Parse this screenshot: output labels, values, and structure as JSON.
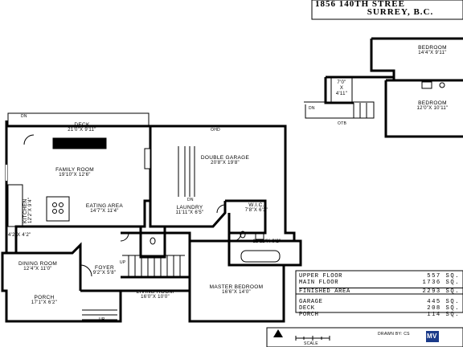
{
  "title": {
    "line1": "1856 140TH STREE",
    "line2": "SURREY, B.C."
  },
  "rooms": {
    "deck": {
      "name": "DECK",
      "dims": "21'0\"X 9'11\""
    },
    "family_room": {
      "name": "FAMILY ROOM",
      "dims": "19'10\"X 12'6\""
    },
    "eating_area": {
      "name": "EATING AREA",
      "dims": "14'7\"X 11'4\""
    },
    "kitchen": {
      "name": "KITCHEN",
      "dims": "12'2\"X 9'4\""
    },
    "double_garage": {
      "name": "DOUBLE GARAGE",
      "dims": "20'8\"X 19'8\""
    },
    "laundry": {
      "name": "LAUNDRY",
      "dims": "11'11\"X 6'5\""
    },
    "wic": {
      "name": "W.I.C.",
      "dims": "7'8\"X 6'3\""
    },
    "ensuite": {
      "dims": "11'11\"X 9'2\""
    },
    "small_room": {
      "dims": "4'2\"X 4'2\""
    },
    "dining_room": {
      "name": "DINING ROOM",
      "dims": "12'4\"X 11'0\""
    },
    "foyer": {
      "name": "FOYER",
      "dims": "9'2\"X 5'8\""
    },
    "living_room": {
      "name": "LIVING ROOM",
      "dims": "16'0\"X 10'0\""
    },
    "master_bedroom": {
      "name": "MASTER BEDROOM",
      "dims": "16'6\"X 14'0\""
    },
    "porch": {
      "name": "PORCH",
      "dims": "17'1\"X 6'2\""
    },
    "bedroom1": {
      "name": "BEDROOM",
      "dims": "14'4\"X 9'11\""
    },
    "bedroom2": {
      "name": "BEDROOM",
      "dims": "12'0\"X 10'11\""
    },
    "upper_closet": {
      "dims": "7'0\"",
      "x": "X",
      "dims2": "4'11\""
    }
  },
  "marks": {
    "dn": "DN",
    "up": "UP",
    "ohd": "OHD",
    "otb": "OTB"
  },
  "areas": [
    {
      "label": "UPPER FLOOR",
      "value": "557 SQ."
    },
    {
      "label": "MAIN FLOOR",
      "value": "1736 SQ."
    },
    {
      "label": "FINISHED AREA",
      "value": "2293 SQ."
    },
    {
      "label": "GARAGE",
      "value": "445 SQ."
    },
    {
      "label": "DECK",
      "value": "208 SQ."
    },
    {
      "label": "PORCH",
      "value": "114 SQ."
    }
  ],
  "footer": {
    "scale": "SCALE",
    "logo": "MV",
    "drawn": "DRAWN BY: CS"
  }
}
